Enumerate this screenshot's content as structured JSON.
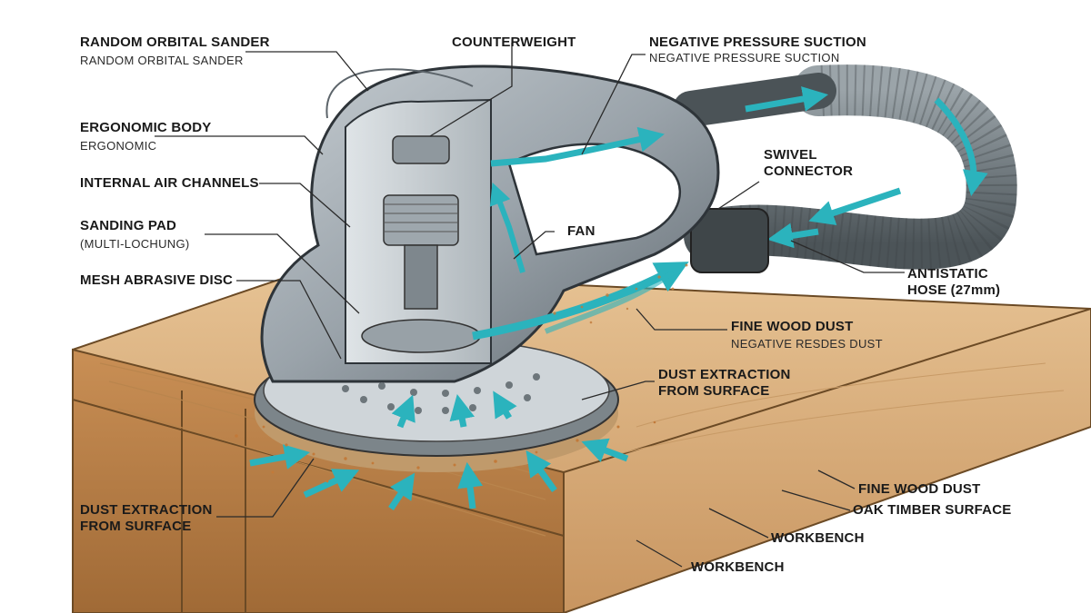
{
  "labels": {
    "random_orbital_sander": "RANDOM ORBITAL SANDER",
    "random_orbital_sander_sub": "RANDOM ORBITAL SANDER",
    "ergonomic_body": "ERGONOMIC BODY",
    "ergonomic_body_sub": "ERGONOMIC",
    "internal_air_channels": "INTERNAL AIR CHANNELS",
    "sanding_pad": "SANDING PAD",
    "sanding_pad_sub": "(MULTI-LOCHUNG)",
    "mesh_abrasive_disc": "MESH ABRASIVE DISC",
    "dust_extraction_left": "DUST EXTRACTION\nFROM SURFACE",
    "counterweight": "COUNTERWEIGHT",
    "negative_pressure_suction": "NEGATIVE PRESSURE SUCTION",
    "negative_pressure_suction_sub": "NEGATIVE PRESSURE SUCTION",
    "swivel_connector": "SWIVEL\nCONNECTOR",
    "fan": "FAN",
    "antistatic_hose": "ANTISTATIC\nHOSE (27mm)",
    "fine_wood_dust": "FINE WOOD DUST",
    "fine_wood_dust_sub": "NEGATIVE RESDES DUST",
    "dust_extraction_right": "DUST EXTRACTION\nFROM SURFACE",
    "fine_wood_dust_2": "FINE WOOD DUST",
    "oak_timber_surface": "OAK TIMBER SURFACE",
    "workbench_1": "WORKBENCH",
    "workbench_2": "WORKBENCH"
  },
  "colors": {
    "wood": "#d9b07c",
    "wood_dark": "#a97a45",
    "body": "#9aa3aa",
    "body_dark": "#5f686f",
    "airflow": "#2bb3bd",
    "hose": "#6e777c",
    "dust": "#c27a3a",
    "ink": "#1a1a1a"
  }
}
